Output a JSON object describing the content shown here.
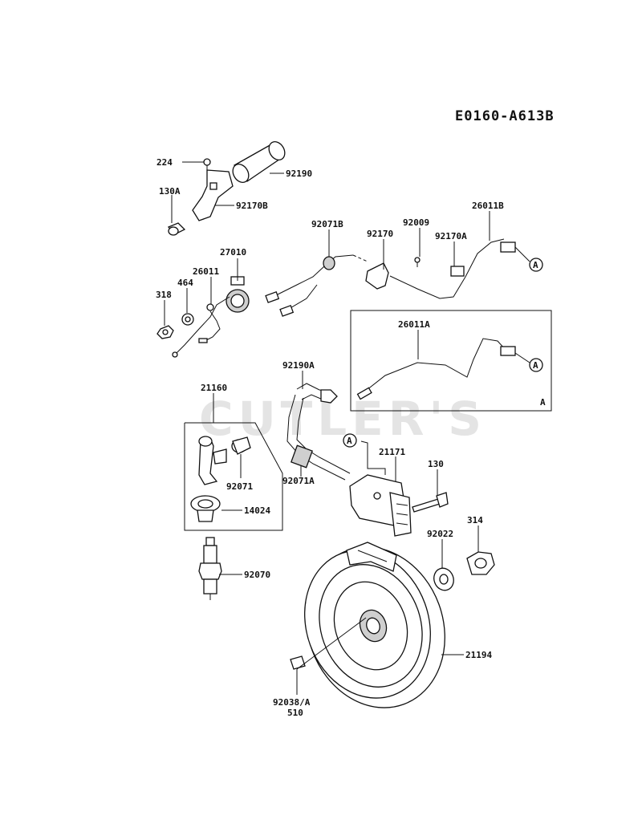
{
  "diagram_code": "E0160-A613B",
  "watermark": "CUTLER'S",
  "connector_ref": "A",
  "inset_label": "A",
  "parts": {
    "p224": "224",
    "p92190": "92190",
    "p130A": "130A",
    "p92170B": "92170B",
    "p92071B": "92071B",
    "p92009": "92009",
    "p26011B": "26011B",
    "p92170": "92170",
    "p92170A": "92170A",
    "p27010": "27010",
    "p26011": "26011",
    "p464": "464",
    "p318": "318",
    "p26011A": "26011A",
    "p92190A": "92190A",
    "p21160": "21160",
    "p21171": "21171",
    "p130": "130",
    "p92071": "92071",
    "p92071A": "92071A",
    "p14024": "14024",
    "p314": "314",
    "p92022": "92022",
    "p92070": "92070",
    "p21194": "21194",
    "p92038A": "92038/A",
    "p510": "510"
  }
}
